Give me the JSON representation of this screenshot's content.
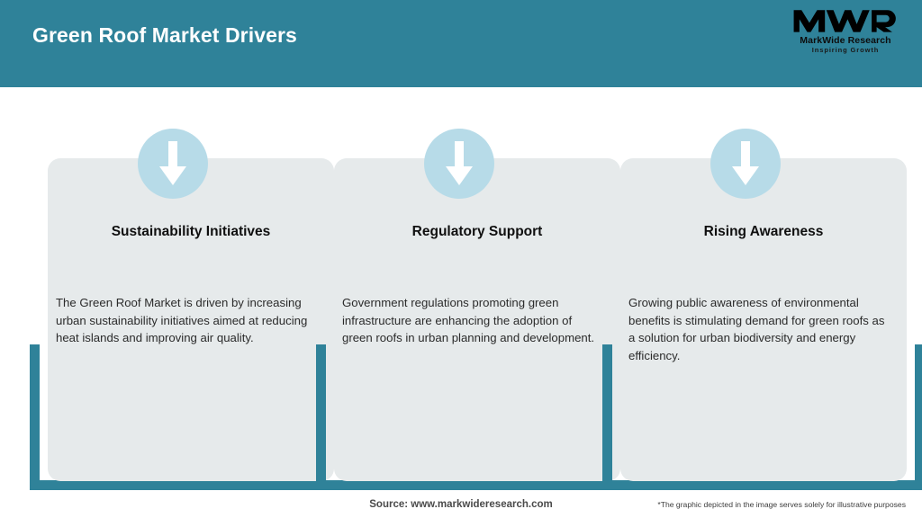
{
  "header": {
    "title": "Green Roof Market Drivers",
    "band_color": "#2f8299",
    "logo": {
      "mark": "MWR",
      "name": "MarkWide Research",
      "tagline": "Inspiring Growth"
    }
  },
  "theme": {
    "teal": "#2f8299",
    "panel": "#e6eaeb",
    "icon_circle": "#b7dbe8",
    "arrow": "#ffffff"
  },
  "cards": [
    {
      "icon": "arrow-down-icon",
      "title": "Sustainability Initiatives",
      "body": "The Green Roof Market is driven by increasing urban sustainability initiatives aimed at reducing heat islands and improving air quality."
    },
    {
      "icon": "arrow-down-icon",
      "title": "Regulatory Support",
      "body": "Government regulations promoting green infrastructure are enhancing the adoption of green roofs in urban planning and development."
    },
    {
      "icon": "arrow-down-icon",
      "title": "Rising Awareness",
      "body": "Growing public awareness of environmental benefits is stimulating demand for green roofs as a solution for urban biodiversity and energy efficiency."
    }
  ],
  "footer": {
    "source": "Source: www.markwideresearch.com",
    "disclaimer": "*The graphic depicted in the image serves solely for illustrative purposes"
  }
}
